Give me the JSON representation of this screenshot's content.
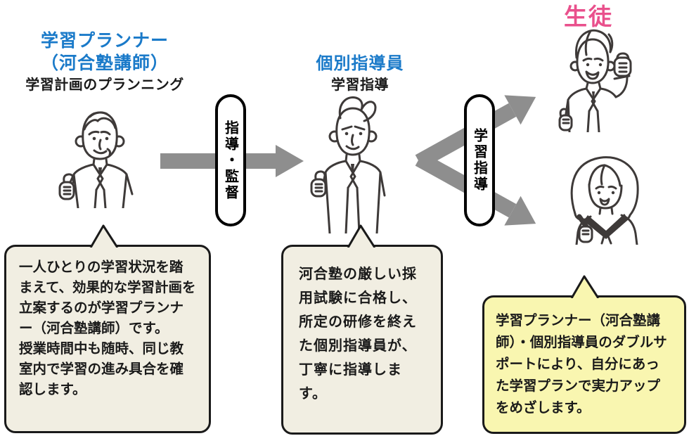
{
  "colors": {
    "accent_blue": "#1a7ac9",
    "accent_pink": "#e9508c",
    "arrow_gray": "#8e8e8e",
    "bubble_cream": "#f1eee2",
    "bubble_yellow": "#f9f6b0",
    "line_dark": "#3e3a39"
  },
  "planner": {
    "title_line1": "学習プランナー",
    "title_line2": "（河合塾講師）",
    "subtitle": "学習計画のプランニング",
    "bubble_p1": "一人ひとりの学習状況を踏まえて、効果的な学習計画を立案するのが学習プランナー（河合塾講師）です。",
    "bubble_p2": "授業時間中も随時、同じ教室内で学習の進み具合を確認します。"
  },
  "instructor": {
    "title": "個別指導員",
    "subtitle": "学習指導",
    "bubble": "河合塾の厳しい採用試験に合格し、所定の研修を終えた個別指導員が、丁寧に指導します。"
  },
  "students": {
    "title": "生徒",
    "bubble": "学習プランナー（河合塾講師）・個別指導員のダブルサポートにより、自分にあった学習プランで実力アップをめざします。"
  },
  "connectors": {
    "supervision_label": "指導・監督",
    "teaching_label": "学習指導"
  }
}
